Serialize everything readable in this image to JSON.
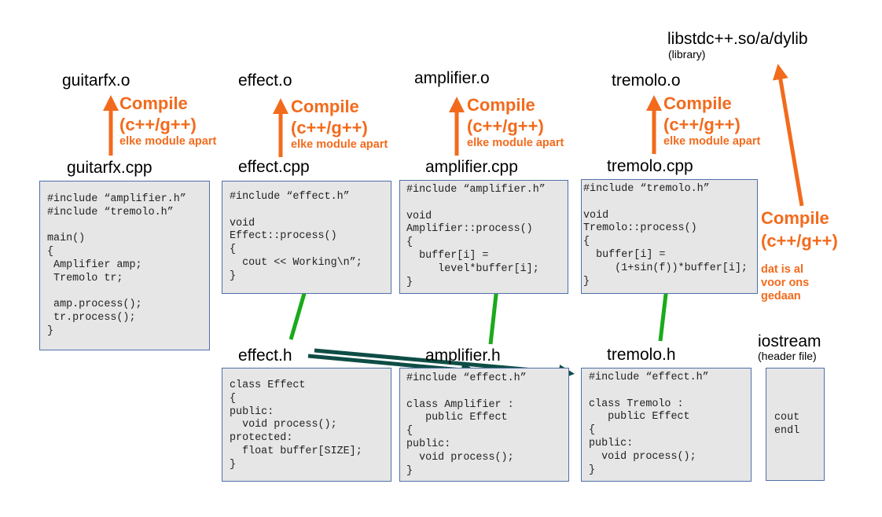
{
  "colors": {
    "compile_orange": "#f26b1d",
    "include_green": "#1aaa1a",
    "inherit_teal": "#0e4d45",
    "box_fill": "#e6e6e6",
    "box_border": "#4f6fa8"
  },
  "objects": {
    "guitarfx": "guitarfx.o",
    "effect": "effect.o",
    "amplifier": "amplifier.o",
    "tremolo": "tremolo.o",
    "library": "libstdc++.so/a/dylib",
    "library_sub": "(library)"
  },
  "compile": {
    "title": "Compile",
    "cmd": "(c++/g++)",
    "note": "elke module apart"
  },
  "library_compile": {
    "title": "Compile",
    "cmd": "(c++/g++)",
    "note": [
      "dat is al",
      "voor ons",
      "gedaan"
    ]
  },
  "sources": [
    {
      "name": "guitarfx.cpp",
      "code": "#include “amplifier.h”\n#include “tremolo.h”\n\nmain()\n{\n Amplifier amp;\n Tremolo tr;\n\n amp.process();\n tr.process();\n}"
    },
    {
      "name": "effect.cpp",
      "code": "#include “effect.h”\n\nvoid\nEffect::process()\n{\n  cout << Working\\n”;\n}"
    },
    {
      "name": "amplifier.cpp",
      "code": "#include “amplifier.h”\n\nvoid\nAmplifier::process()\n{\n  buffer[i] =\n     level*buffer[i];\n}"
    },
    {
      "name": "tremolo.cpp",
      "code": "#include “tremolo.h”\n\nvoid\nTremolo::process()\n{\n  buffer[i] =\n     (1+sin(f))*buffer[i];\n}"
    }
  ],
  "headers": [
    {
      "name": "effect.h",
      "code": "class Effect\n{\npublic:\n  void process();\nprotected:\n  float buffer[SIZE];\n}"
    },
    {
      "name": "amplifier.h",
      "code": "#include “effect.h”\n\nclass Amplifier :\n   public Effect\n{\npublic:\n  void process();\n}"
    },
    {
      "name": "tremolo.h",
      "code": "#include “effect.h”\n\nclass Tremolo :\n   public Effect\n{\npublic:\n  void process();\n}"
    },
    {
      "name": "iostream",
      "sub": "(header file)",
      "code": "cout\nendl"
    }
  ]
}
